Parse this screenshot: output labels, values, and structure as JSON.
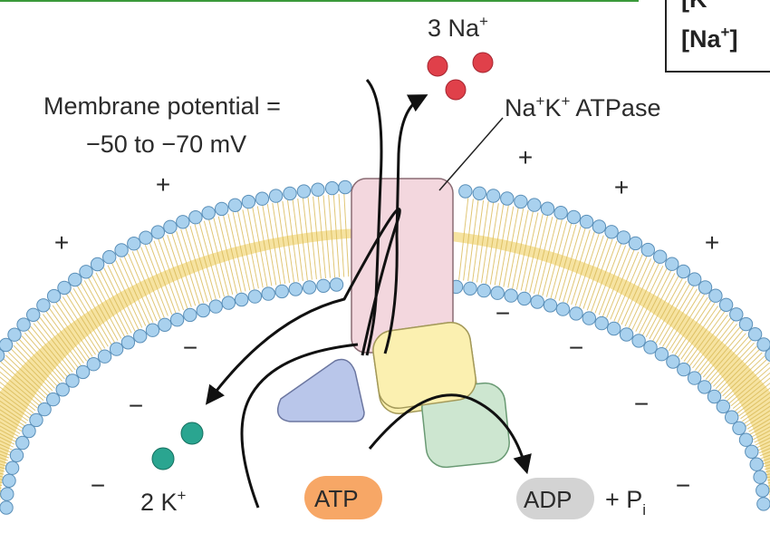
{
  "labels": {
    "na_out": "3 Na",
    "na_out_sup": "+",
    "membrane_line1": "Membrane potential =",
    "membrane_line2": "−50 to −70 mV",
    "pump_name": "Na",
    "pump_sup1": "+",
    "pump_k": "K",
    "pump_sup2": "+",
    "pump_rest": " ATPase",
    "k_in": "2 K",
    "k_in_sup": "+",
    "atp": "ATP",
    "adp": "ADP",
    "plus_pi": "+ P",
    "pi_sub": "i"
  },
  "corner_box": {
    "line1": "[Na",
    "line1_sup": "+",
    "line1_end": "]",
    "line0_partial": "[K"
  },
  "charges": {
    "plus": "+",
    "minus": "−"
  },
  "colors": {
    "na_ion": "#e0404a",
    "k_ion": "#2aa590",
    "bilayer_fill": "#f6e3a1",
    "head_group": "#a9d1ee",
    "pump_body": "#f3d7de",
    "atp_pill": "#f7a766",
    "adp_pill": "#d3d3d3",
    "yellow_subunit": "#fbf0b0",
    "green_subunit": "#cde6d0",
    "blue_subunit": "#b9c6ea",
    "top_rule": "#3a9a3a"
  }
}
